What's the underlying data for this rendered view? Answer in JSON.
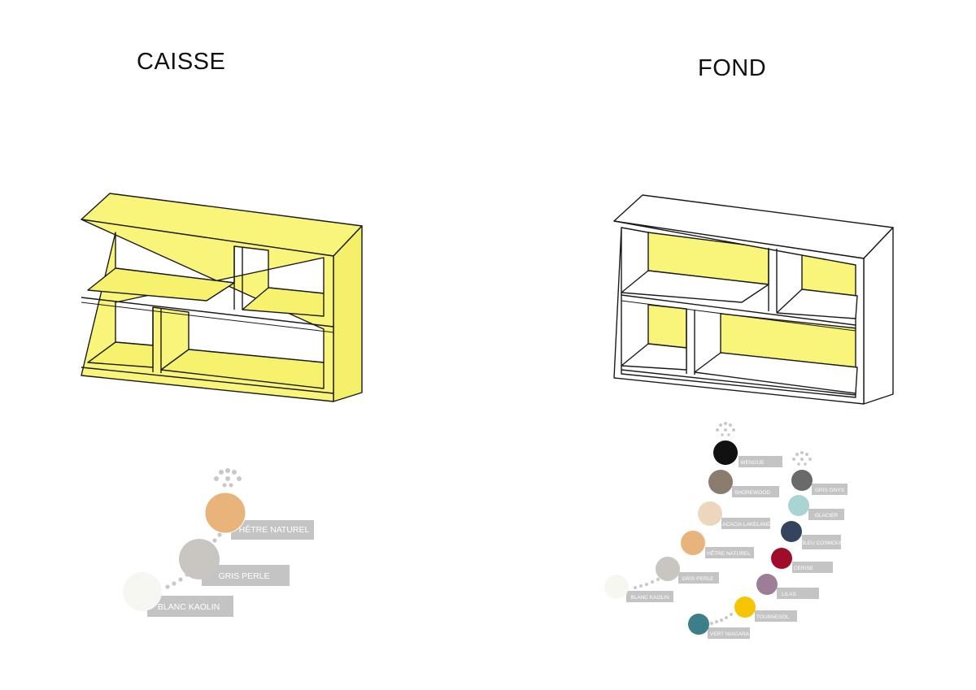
{
  "titles": {
    "left": "CAISSE",
    "right": "FOND"
  },
  "colors": {
    "highlight": "#f8f57a",
    "outline": "#1a1a1a",
    "label_bg": "#c4c4c4",
    "dots": "#c8c8c8"
  },
  "caisse_finishes": [
    {
      "label": "HÊTRE NATUREL",
      "color": "#e8b47c"
    },
    {
      "label": "GRIS PERLE",
      "color": "#c9c5c0"
    },
    {
      "label": "BLANC KAOLIN",
      "color": "#f6f7f1"
    }
  ],
  "fond_finishes_left": [
    {
      "label": "WENGUE",
      "color": "#111111"
    },
    {
      "label": "SHOREWOOD",
      "color": "#8a7c6e"
    },
    {
      "label": "ACACIA LAKELAND",
      "color": "#ecd6bd"
    },
    {
      "label": "HÊTRE NATUREL",
      "color": "#e8b47c"
    },
    {
      "label": "GRIS PERLE",
      "color": "#c9c5c0"
    },
    {
      "label": "BLANC KAOLIN",
      "color": "#f6f7f1"
    }
  ],
  "fond_finishes_right": [
    {
      "label": "GRIS ONYX",
      "color": "#6a6a6a"
    },
    {
      "label": "GLACIER",
      "color": "#a9d4d4"
    },
    {
      "label": "BLEU COSMOUE",
      "color": "#34445f"
    },
    {
      "label": "CERISE",
      "color": "#a00d2a"
    },
    {
      "label": "LILAS",
      "color": "#9c7f97"
    },
    {
      "label": "TOURNESOL",
      "color": "#f6c400"
    },
    {
      "label": "VERT NIAGARA",
      "color": "#3d7f88"
    }
  ]
}
